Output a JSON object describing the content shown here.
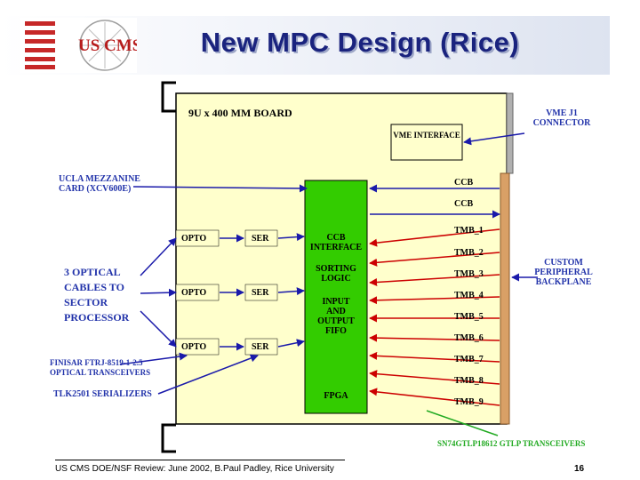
{
  "header": {
    "title": "New MPC  Design (Rice)",
    "logo_text": "US CMS"
  },
  "board": {
    "title": "9U x 400 MM BOARD",
    "vme_interface": "VME INTERFACE",
    "vme_j1_connector": "VME  J1\nCONNECTOR",
    "fpga_ccb": "CCB",
    "fpga_ccb_interface": "CCB\nINTERFACE",
    "fpga_sorting_logic": "SORTING\nLOGIC",
    "fpga_io_fifo": "INPUT\nAND\nOUTPUT\nFIFO",
    "fpga_label": "FPGA"
  },
  "left_labels": {
    "mezzanine": "UCLA  MEZZANINE\nCARD  (XCV600E)",
    "optical_cables": "3  OPTICAL\nCABLES TO\nSECTOR\nPROCESSOR",
    "finisar": "FINISAR FTRJ-8519-1-2.5\nOPTICAL  TRANSCEIVERS",
    "tlk": "TLK2501  SERIALIZERS"
  },
  "opto_ser_rows": [
    {
      "opto": "OPTO",
      "ser": "SER"
    },
    {
      "opto": "OPTO",
      "ser": "SER"
    },
    {
      "opto": "OPTO",
      "ser": "SER"
    }
  ],
  "right_signals": {
    "ccb_top": "CCB",
    "ccb_second": "CCB",
    "tmb": [
      "TMB_1",
      "TMB_2",
      "TMB_3",
      "TMB_4",
      "TMB_5",
      "TMB_6",
      "TMB_7",
      "TMB_8",
      "TMB_9"
    ]
  },
  "right_labels": {
    "backplane": "CUSTOM\nPERIPHERAL\nBACKPLANE",
    "gtlp": "SN74GTLP18612  GTLP  TRANSCEIVERS"
  },
  "footer": {
    "text": "US CMS DOE/NSF Review:  June 2002, B.Paul Padley, Rice University",
    "page": "16"
  },
  "colors": {
    "board_fill": "#ffffcc",
    "fpga_fill": "#33cc00",
    "arrow_blue": "#1a1aaa",
    "arrow_red": "#cc0000",
    "label_blue": "#2233aa",
    "backplane_fill": "#d9a066",
    "gtlp_green": "#22aa22"
  }
}
